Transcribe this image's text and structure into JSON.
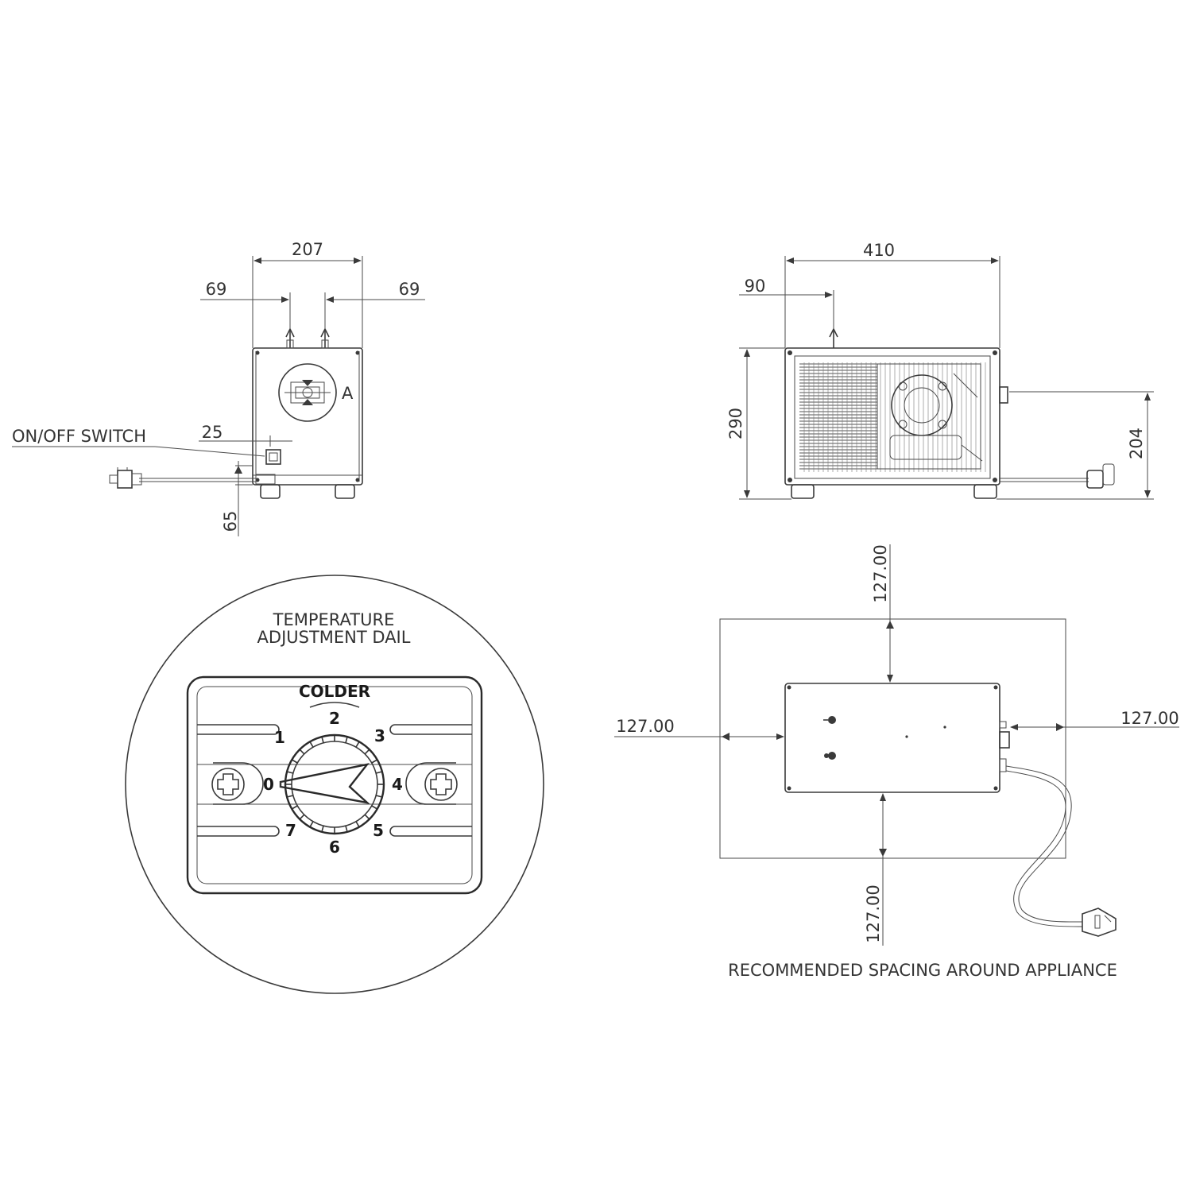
{
  "side_view": {
    "dim_width": "207",
    "dim_left_offset": "69",
    "dim_right_offset": "69",
    "dim_switch": "25",
    "dim_height_bottom": "65",
    "label_switch": "ON/OFF SWITCH",
    "label_detail": "A"
  },
  "front_view": {
    "dim_width": "410",
    "dim_offset": "90",
    "dim_height": "290",
    "dim_cable_height": "204"
  },
  "dial_detail": {
    "title_line1": "TEMPERATURE",
    "title_line2": "ADJUSTMENT DAIL",
    "colder_label": "COLDER",
    "numbers": [
      "0",
      "1",
      "2",
      "3",
      "4",
      "5",
      "6",
      "7"
    ]
  },
  "spacing_view": {
    "dim_top": "127.00",
    "dim_left": "127.00",
    "dim_right": "127.00",
    "dim_bottom": "127.00",
    "caption": "RECOMMENDED SPACING AROUND APPLIANCE"
  },
  "colors": {
    "line": "#3a3a3a",
    "background": "#ffffff"
  }
}
